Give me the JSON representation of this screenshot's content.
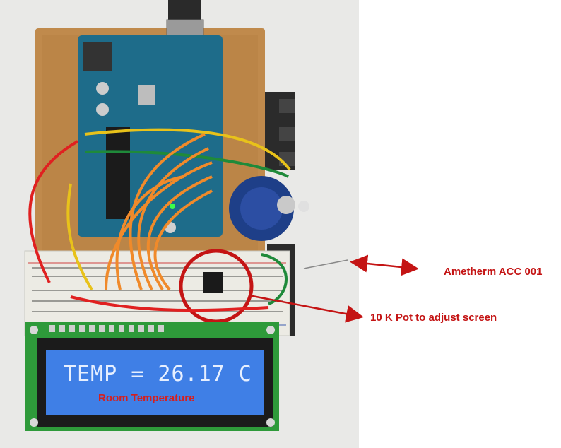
{
  "lcd": {
    "display_text": "TEMP = 26.17 C",
    "caption": "Room Temperature"
  },
  "annotations": {
    "sensor_label": "Ametherm ACC 001",
    "pot_label": "10 K Pot to adjust screen"
  },
  "colors": {
    "annotation": "#c41414",
    "lcd_background": "#3f7fe6",
    "wood": "#c08a4c",
    "board": "#1e6c8a",
    "wire_orange": "#f08a2a",
    "wire_yellow": "#e8c21a",
    "wire_red": "#e02020",
    "wire_green": "#1f8a3a"
  }
}
